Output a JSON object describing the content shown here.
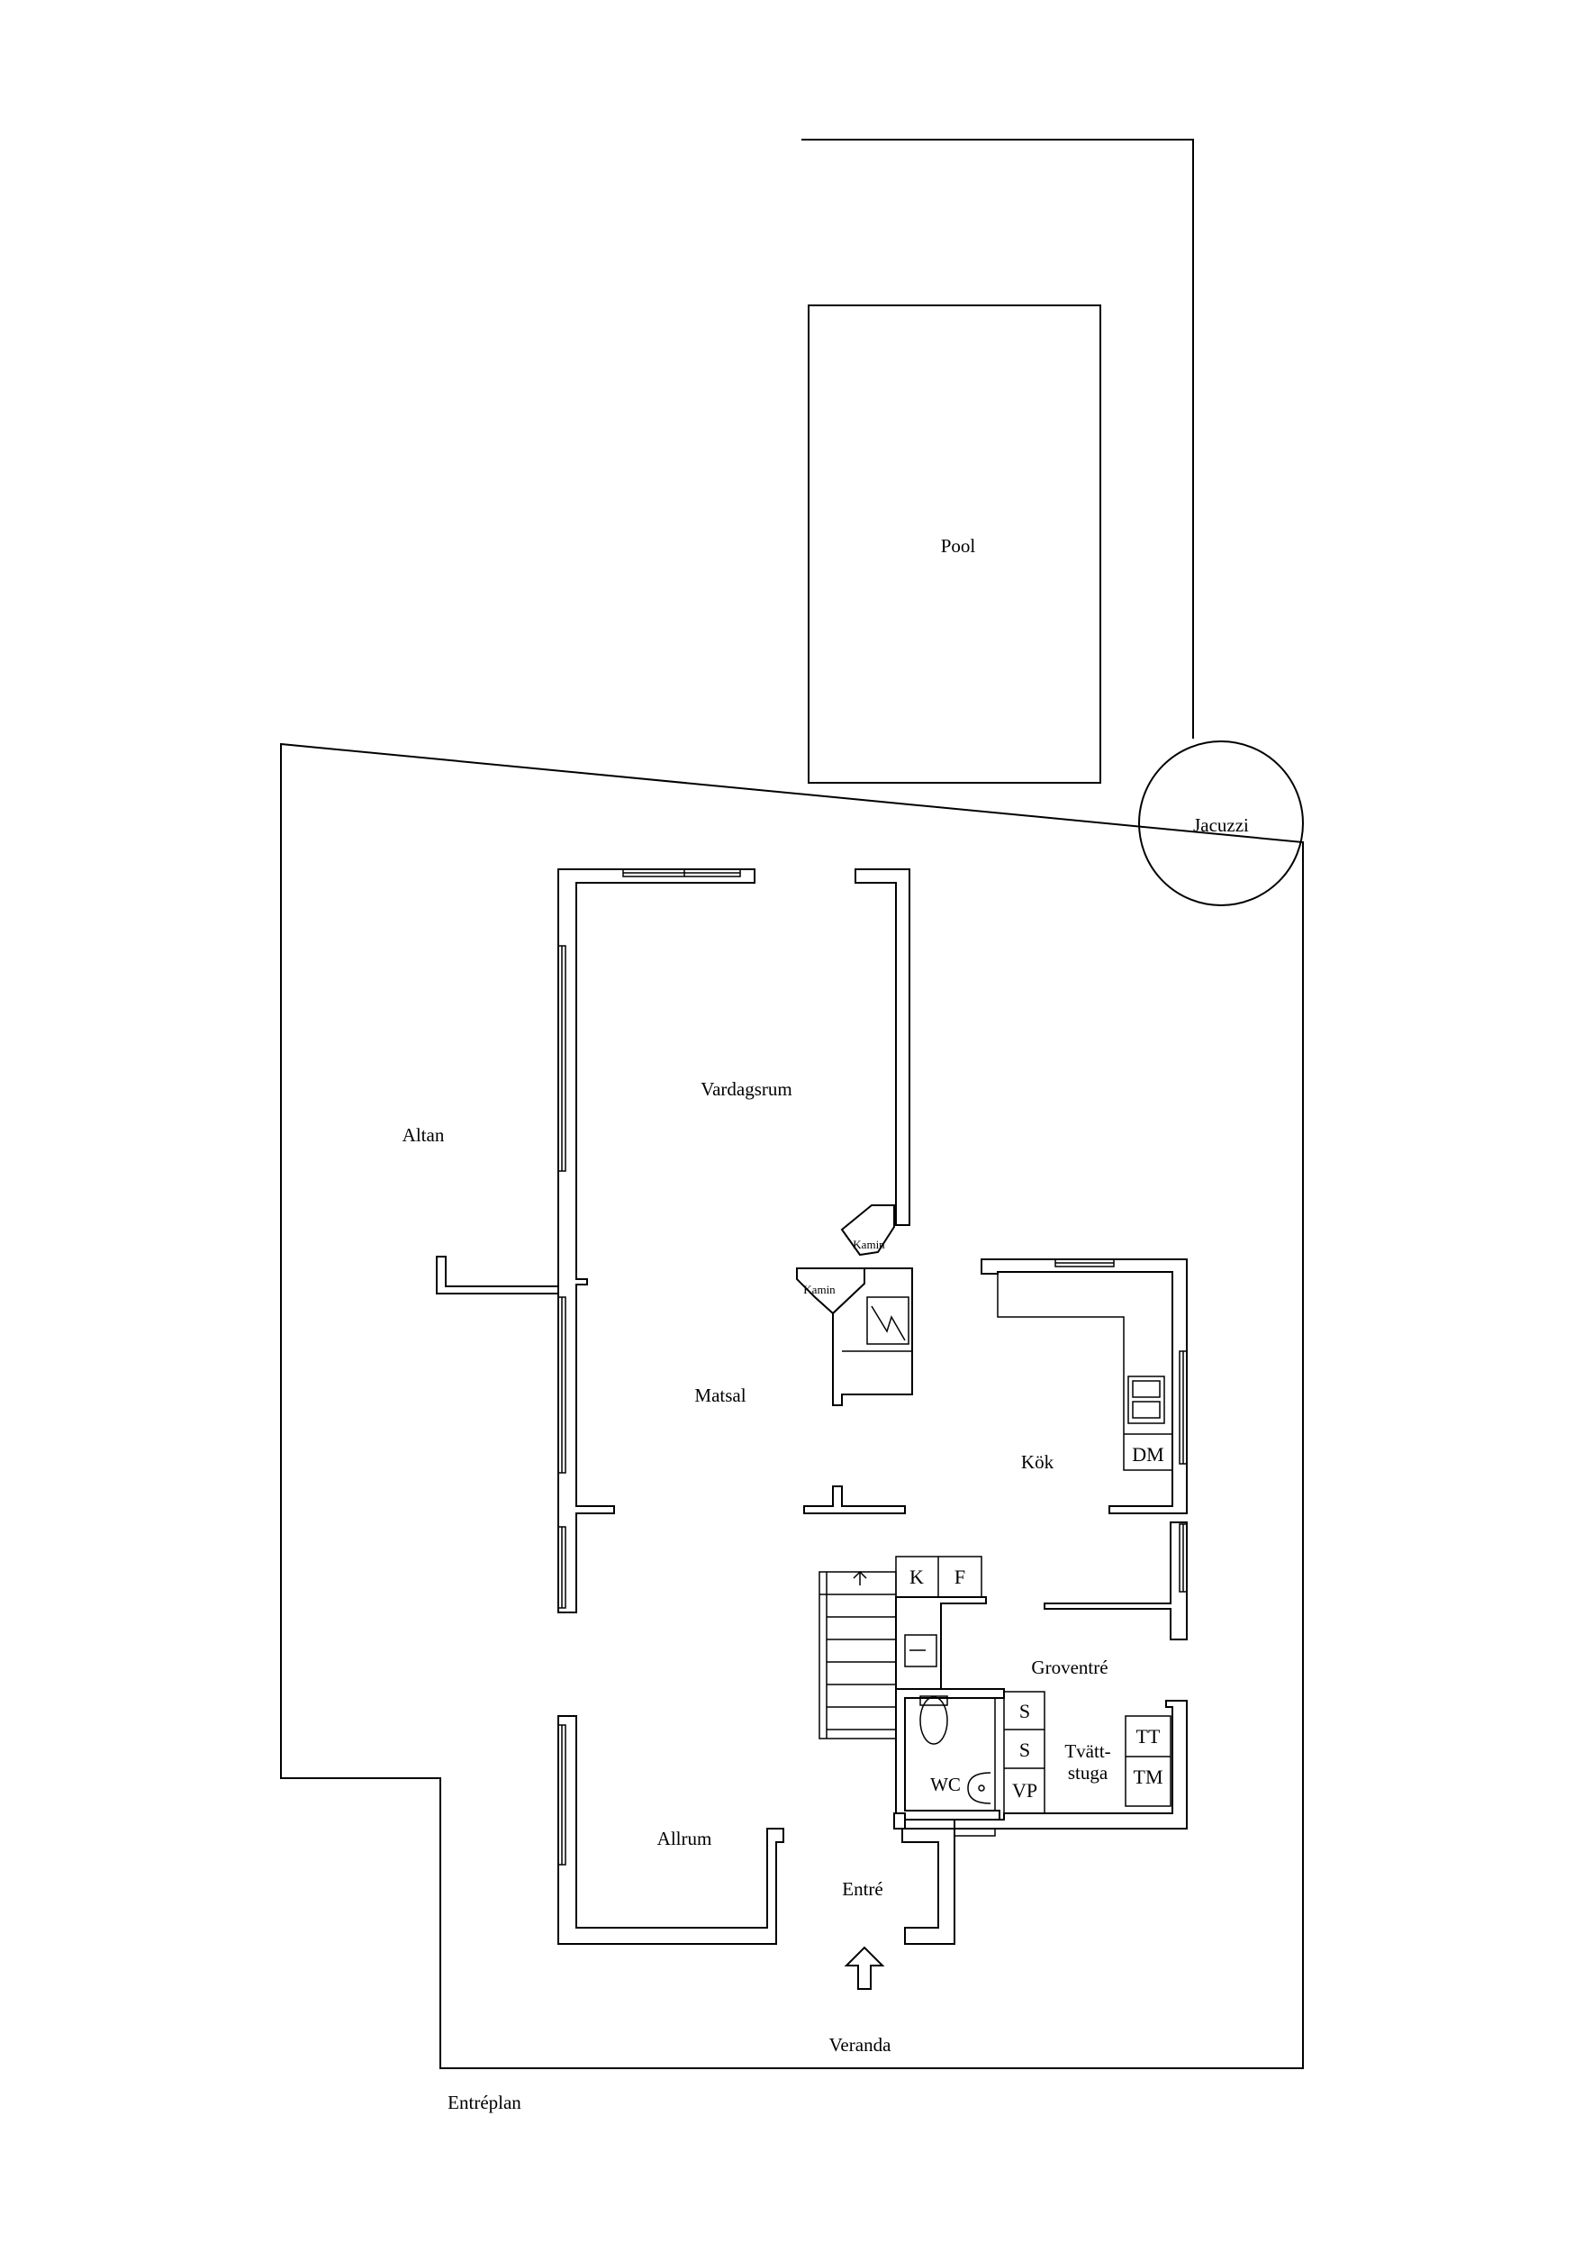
{
  "plan_title": "Entréplan",
  "areas": {
    "pool": "Pool",
    "jacuzzi": "Jacuzzi",
    "altan": "Altan",
    "vardagsrum": "Vardagsrum",
    "matsal": "Matsal",
    "kok": "Kök",
    "groventre": "Groventré",
    "tvattstuga_line1": "Tvätt-",
    "tvattstuga_line2": "stuga",
    "wc": "WC",
    "allrum": "Allrum",
    "entre": "Entré",
    "veranda": "Veranda"
  },
  "fixtures": {
    "kamin_upper": "Kamin",
    "kamin_lower": "Kamin",
    "dm": "DM",
    "k": "K",
    "f": "F",
    "s1": "S",
    "s2": "S",
    "vp": "VP",
    "tt": "TT",
    "tm": "TM"
  }
}
